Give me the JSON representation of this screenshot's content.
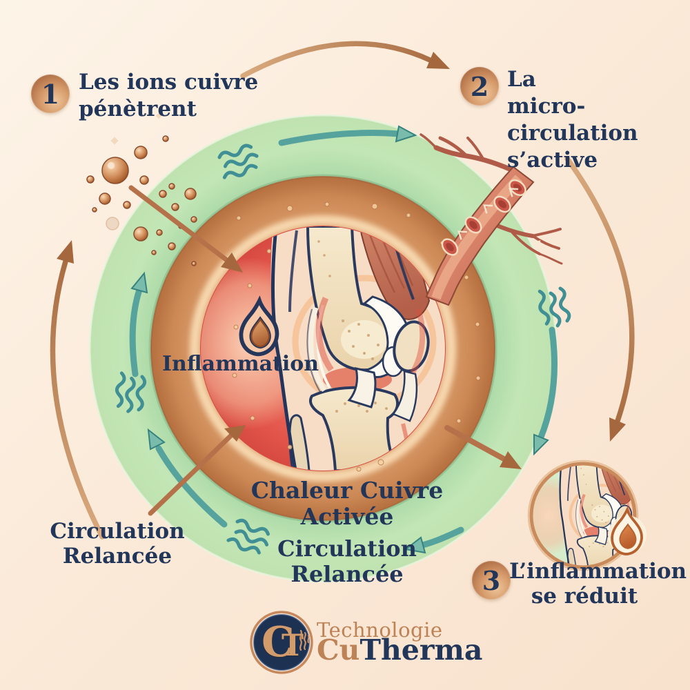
{
  "title": "Technologie CuTherma",
  "colors": {
    "background": "#faecdd",
    "navy": "#22365a",
    "copper": "#c07a4e",
    "copper_light": "#e3aa7c",
    "green_ring": "#b7dfae",
    "teal": "#44928f",
    "red_center": "#e25449"
  },
  "steps": [
    {
      "number": "1",
      "lines": [
        "Les ions cuivre",
        "pénètrent"
      ]
    },
    {
      "number": "2",
      "lines": [
        "La",
        "micro-circulation",
        "s’active"
      ]
    },
    {
      "number": "3",
      "lines": [
        "L’inflammation",
        "se réduit"
      ]
    }
  ],
  "labels": {
    "inflammation": "Inflammation",
    "heat_line1": "Chaleur Cuivre",
    "heat_line2": "Activée",
    "circulation_ring_line1": "Circulation",
    "circulation_ring_line2": "Relancée",
    "circulation_outside_line1": "Circulation",
    "circulation_outside_line2": "Relancée"
  },
  "logo": {
    "monogram_c": "C",
    "monogram_t": "T",
    "brand_prefix": "Technologie",
    "brand_cu": "Cu",
    "brand_rest": "Therma"
  },
  "icons": {
    "flame": "flame-icon",
    "heat_waves": "heat-waves-icon",
    "cycle_arrow": "cycle-arrow-icon",
    "copper_ions": "copper-ion-particles",
    "blood_vessel": "micro-circulation-vessel",
    "knee": "knee-joint-illustration",
    "monogram": "ct-monogram"
  }
}
